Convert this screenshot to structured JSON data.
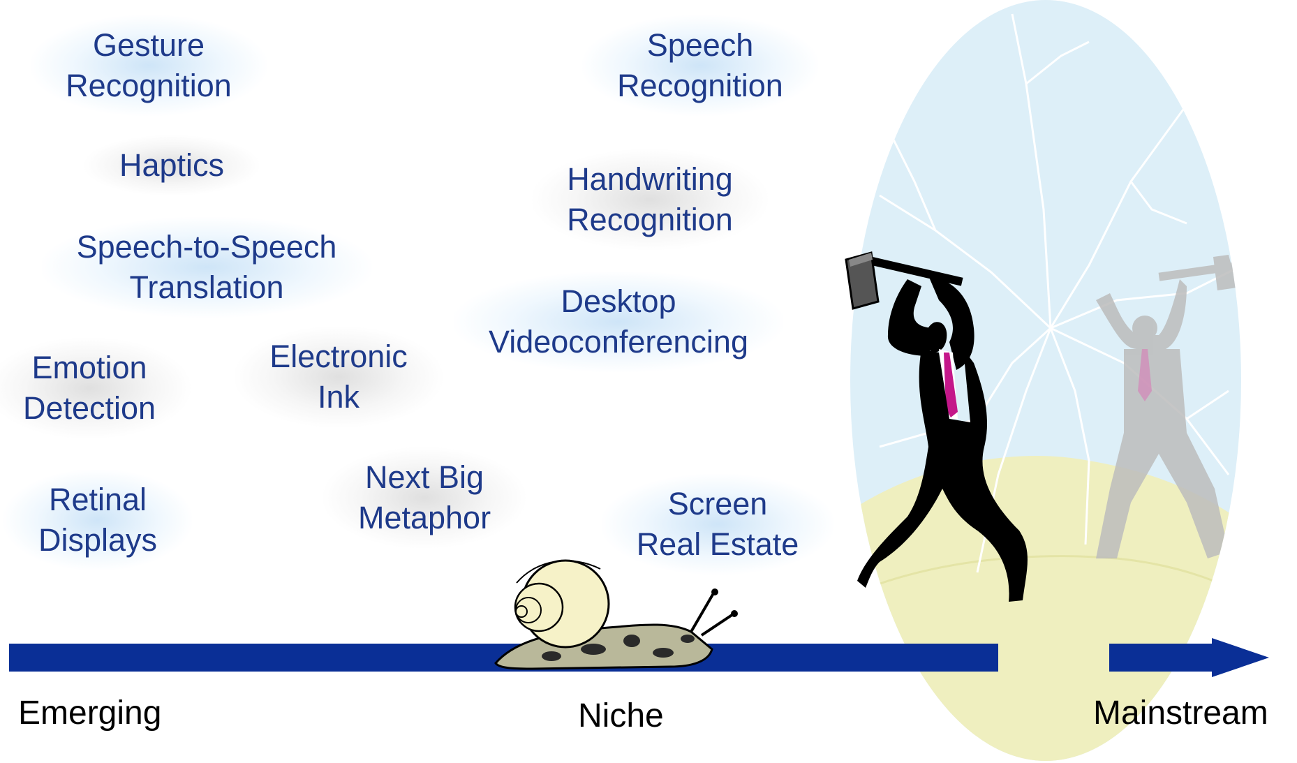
{
  "technologies": [
    {
      "id": "gesture",
      "lines": [
        "Gesture",
        "Recognition"
      ],
      "glow": "blue"
    },
    {
      "id": "haptics",
      "lines": [
        "Haptics"
      ],
      "glow": "gray"
    },
    {
      "id": "speech-to-speech",
      "lines": [
        "Speech-to-Speech",
        "Translation"
      ],
      "glow": "blue"
    },
    {
      "id": "emotion",
      "lines": [
        "Emotion",
        "Detection"
      ],
      "glow": "gray"
    },
    {
      "id": "electronic-ink",
      "lines": [
        "Electronic",
        "Ink"
      ],
      "glow": "gray"
    },
    {
      "id": "retinal",
      "lines": [
        "Retinal",
        "Displays"
      ],
      "glow": "blue"
    },
    {
      "id": "next-big-metaphor",
      "lines": [
        "Next Big",
        "Metaphor"
      ],
      "glow": "gray"
    },
    {
      "id": "speech",
      "lines": [
        "Speech",
        "Recognition"
      ],
      "glow": "blue"
    },
    {
      "id": "handwriting",
      "lines": [
        "Handwriting",
        "Recognition"
      ],
      "glow": "gray"
    },
    {
      "id": "videoconferencing",
      "lines": [
        "Desktop",
        "Videoconferencing"
      ],
      "glow": "blue"
    },
    {
      "id": "screen-real-estate",
      "lines": [
        "Screen",
        "Real Estate"
      ],
      "glow": "blue"
    }
  ],
  "axis": {
    "emerging": "Emerging",
    "niche": "Niche",
    "mainstream": "Mainstream"
  },
  "colors": {
    "label_text": "#1e3a8a",
    "arrow": "#0a2f96",
    "mirror": "#ddeff8",
    "ground": "#efefbf",
    "snail_shell": "#f6f2c8",
    "snail_body": "#b9b89a",
    "tie": "#c4178a"
  }
}
